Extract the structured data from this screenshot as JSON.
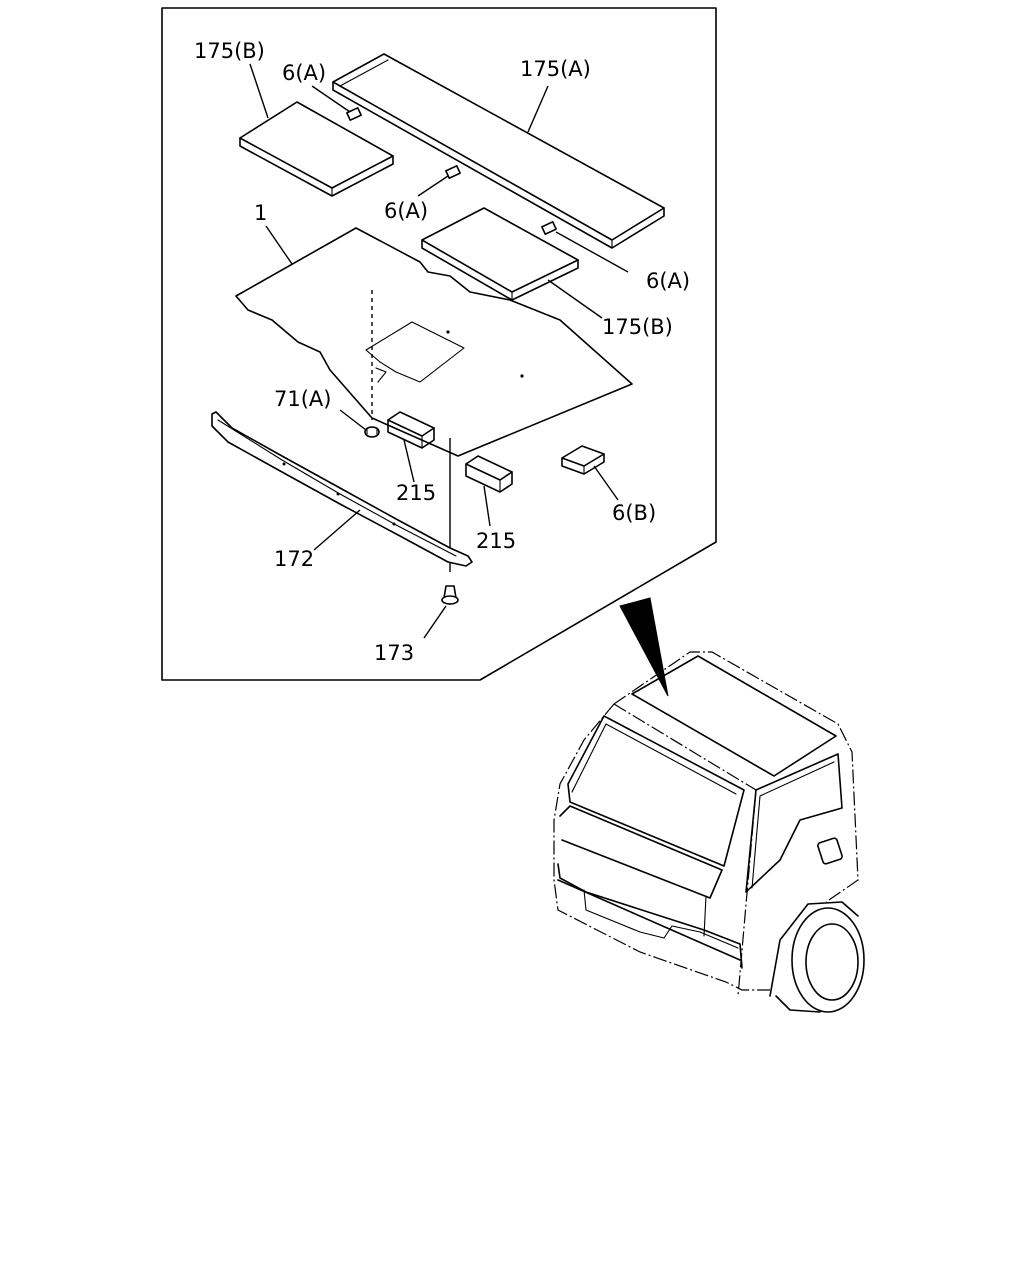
{
  "labels": {
    "l_175b_top": "175(B)",
    "l_6a_top": "6(A)",
    "l_175a": "175(A)",
    "l_6a_mid": "6(A)",
    "l_1": "1",
    "l_6a_right": "6(A)",
    "l_175b_right": "175(B)",
    "l_71a": "71(A)",
    "l_215_a": "215",
    "l_215_b": "215",
    "l_6b": "6(B)",
    "l_172": "172",
    "l_173": "173"
  }
}
